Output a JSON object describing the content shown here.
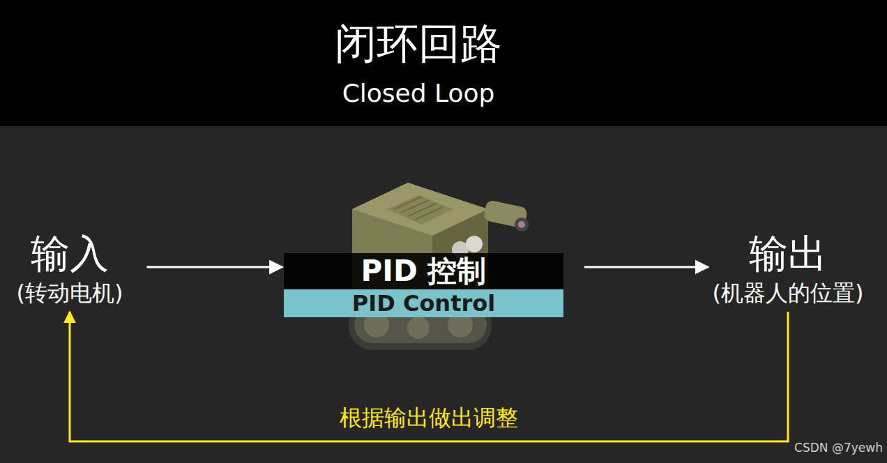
{
  "diagram": {
    "title": "闭环回路",
    "caption": "Closed Loop",
    "nodes": [
      {
        "text": [
          "输入",
          "(转动电机)"
        ]
      },
      {
        "text": [
          "PID 控制",
          "PID Control"
        ]
      },
      {
        "text": [
          "输出",
          "(机器人的位置)"
        ]
      }
    ],
    "edges": [
      {
        "from": 0,
        "to": 1,
        "arrow": "to"
      },
      {
        "from": 1,
        "to": 2,
        "arrow": "to"
      },
      {
        "from": 2,
        "to": 0,
        "label": "根据输出做出调整",
        "arrow": "to"
      }
    ],
    "labels": [
      "CSDN @7yewh"
    ]
  }
}
